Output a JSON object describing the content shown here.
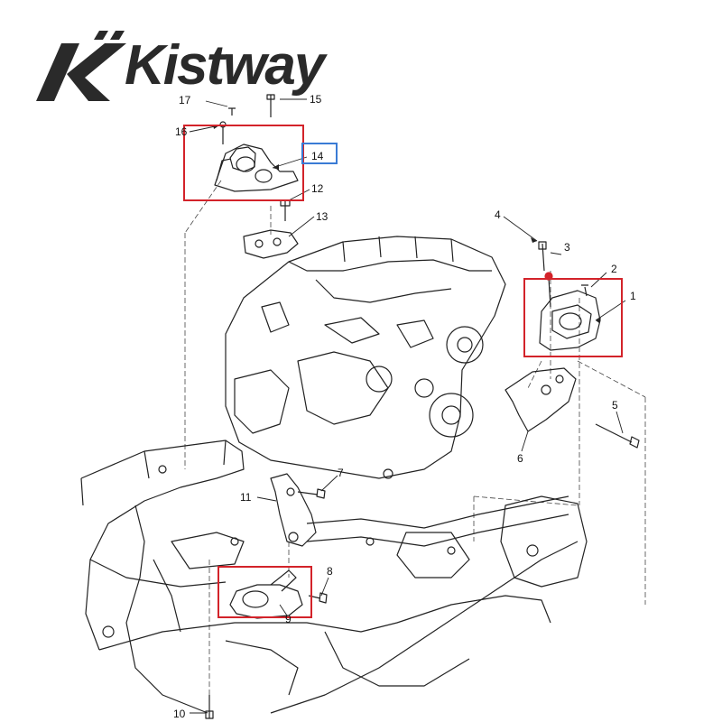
{
  "brand": {
    "name": "Kistway",
    "color": "#2a2a2a",
    "accent": "#d3232a"
  },
  "highlight_colors": {
    "red": "#d3232a",
    "blue": "#3a7bd5"
  },
  "callouts": {
    "c1": "1",
    "c2": "2",
    "c3": "3",
    "c4": "4",
    "c5": "5",
    "c6": "6",
    "c7": "7",
    "c8": "8",
    "c9": "9",
    "c10": "10",
    "c11": "11",
    "c12": "12",
    "c13": "13",
    "c14": "14",
    "c15": "15",
    "c16": "16",
    "c17": "17"
  }
}
